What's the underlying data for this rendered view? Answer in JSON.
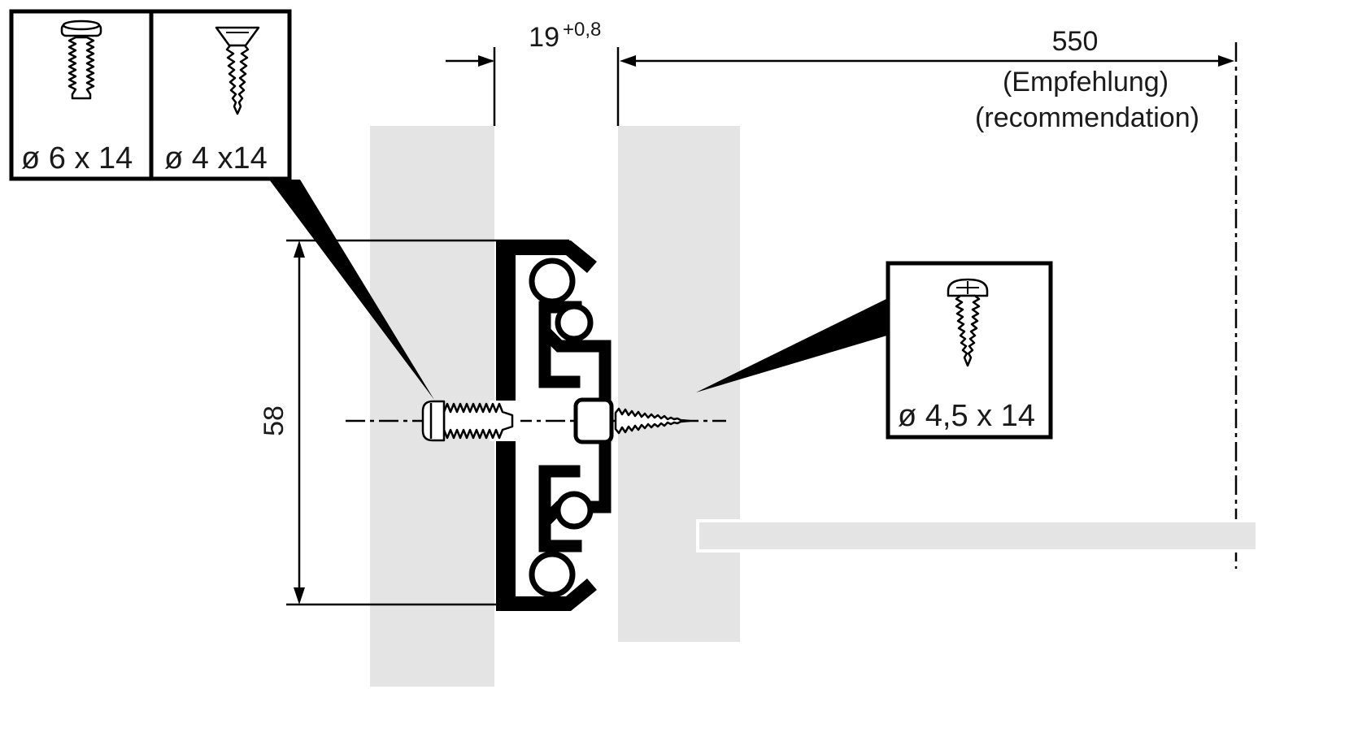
{
  "dimensions": {
    "gap": {
      "value": "19",
      "tolerance": "+0,8"
    },
    "depth": {
      "value": "550",
      "note_line1": "(Empfehlung)",
      "note_line2": "(recommendation)"
    },
    "height": {
      "value": "58"
    }
  },
  "screw_labels": {
    "euro_screw": "ø 6 x 14",
    "countersunk_screw": "ø 4 x14",
    "pan_head_screw": "ø 4,5 x 14"
  },
  "colors": {
    "panel": "#e4e4e4",
    "line": "#000000",
    "background": "#ffffff"
  }
}
